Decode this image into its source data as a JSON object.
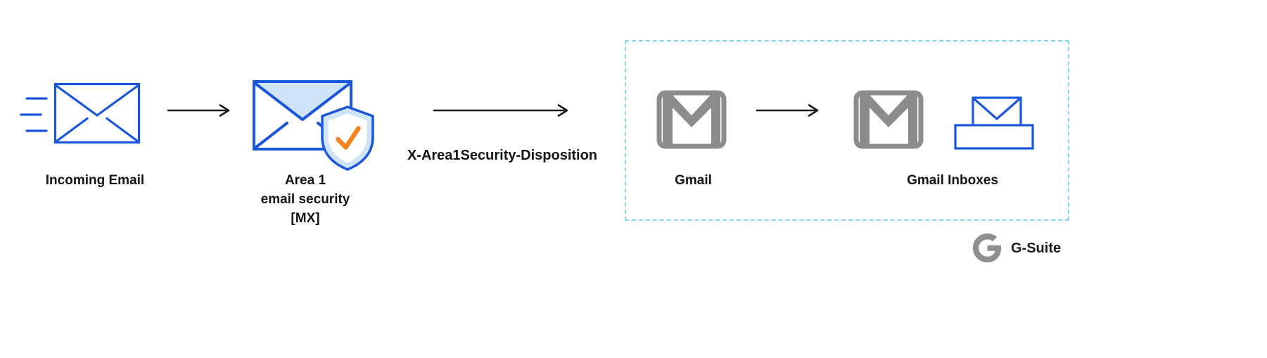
{
  "nodes": {
    "incoming_email": {
      "label": "Incoming Email"
    },
    "area1": {
      "label_lines": [
        "Area 1",
        "email security",
        "[MX]"
      ]
    },
    "gmail": {
      "label": "Gmail"
    },
    "gmail_inboxes": {
      "label": "Gmail Inboxes"
    }
  },
  "arrows": {
    "disposition_label": "X-Area1Security-Disposition"
  },
  "branding": {
    "gsuite_label": "G-Suite"
  },
  "icons": {
    "motion_lines": "motion-lines-icon",
    "incoming_envelope": "envelope-icon",
    "area1_envelope": "envelope-icon",
    "area1_shield": "shield-check-icon",
    "gmail": "gmail-icon",
    "inbox_tray": "inbox-tray-icon",
    "gsuite_g": "google-g-icon"
  },
  "colors": {
    "envelope_blue": "#1a56db",
    "light_blue_fill": "#cfe4f8",
    "check_orange": "#f5831f",
    "gmail_gray": "#8c8c8c",
    "dashed_boundary_cyan": "#82d7e8",
    "arrow_black": "#1a1a1a",
    "text": "#111418",
    "gsuite_gray": "#8f8f8f"
  }
}
